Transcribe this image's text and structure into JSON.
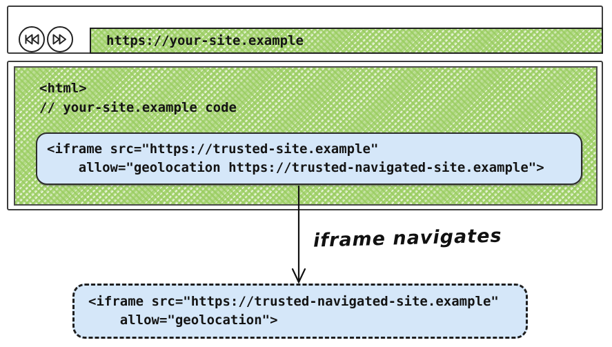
{
  "diagram": {
    "browser": {
      "address_url": "https://your-site.example"
    },
    "page_code": {
      "line1": "<html>",
      "line2": "// your-site.example code"
    },
    "iframe_embed": {
      "line1": "<iframe src=\"https://trusted-site.example\"",
      "line2": "    allow=\"geolocation https://trusted-navigated-site.example\">"
    },
    "arrow_label": "iframe navigates",
    "iframe_navigated": {
      "line1": "<iframe src=\"https://trusted-navigated-site.example\"",
      "line2": "    allow=\"geolocation\">"
    },
    "colors": {
      "hatch_green": "#9acd61",
      "box_blue": "#d5e7f9",
      "ink": "#1c1c1c"
    }
  }
}
